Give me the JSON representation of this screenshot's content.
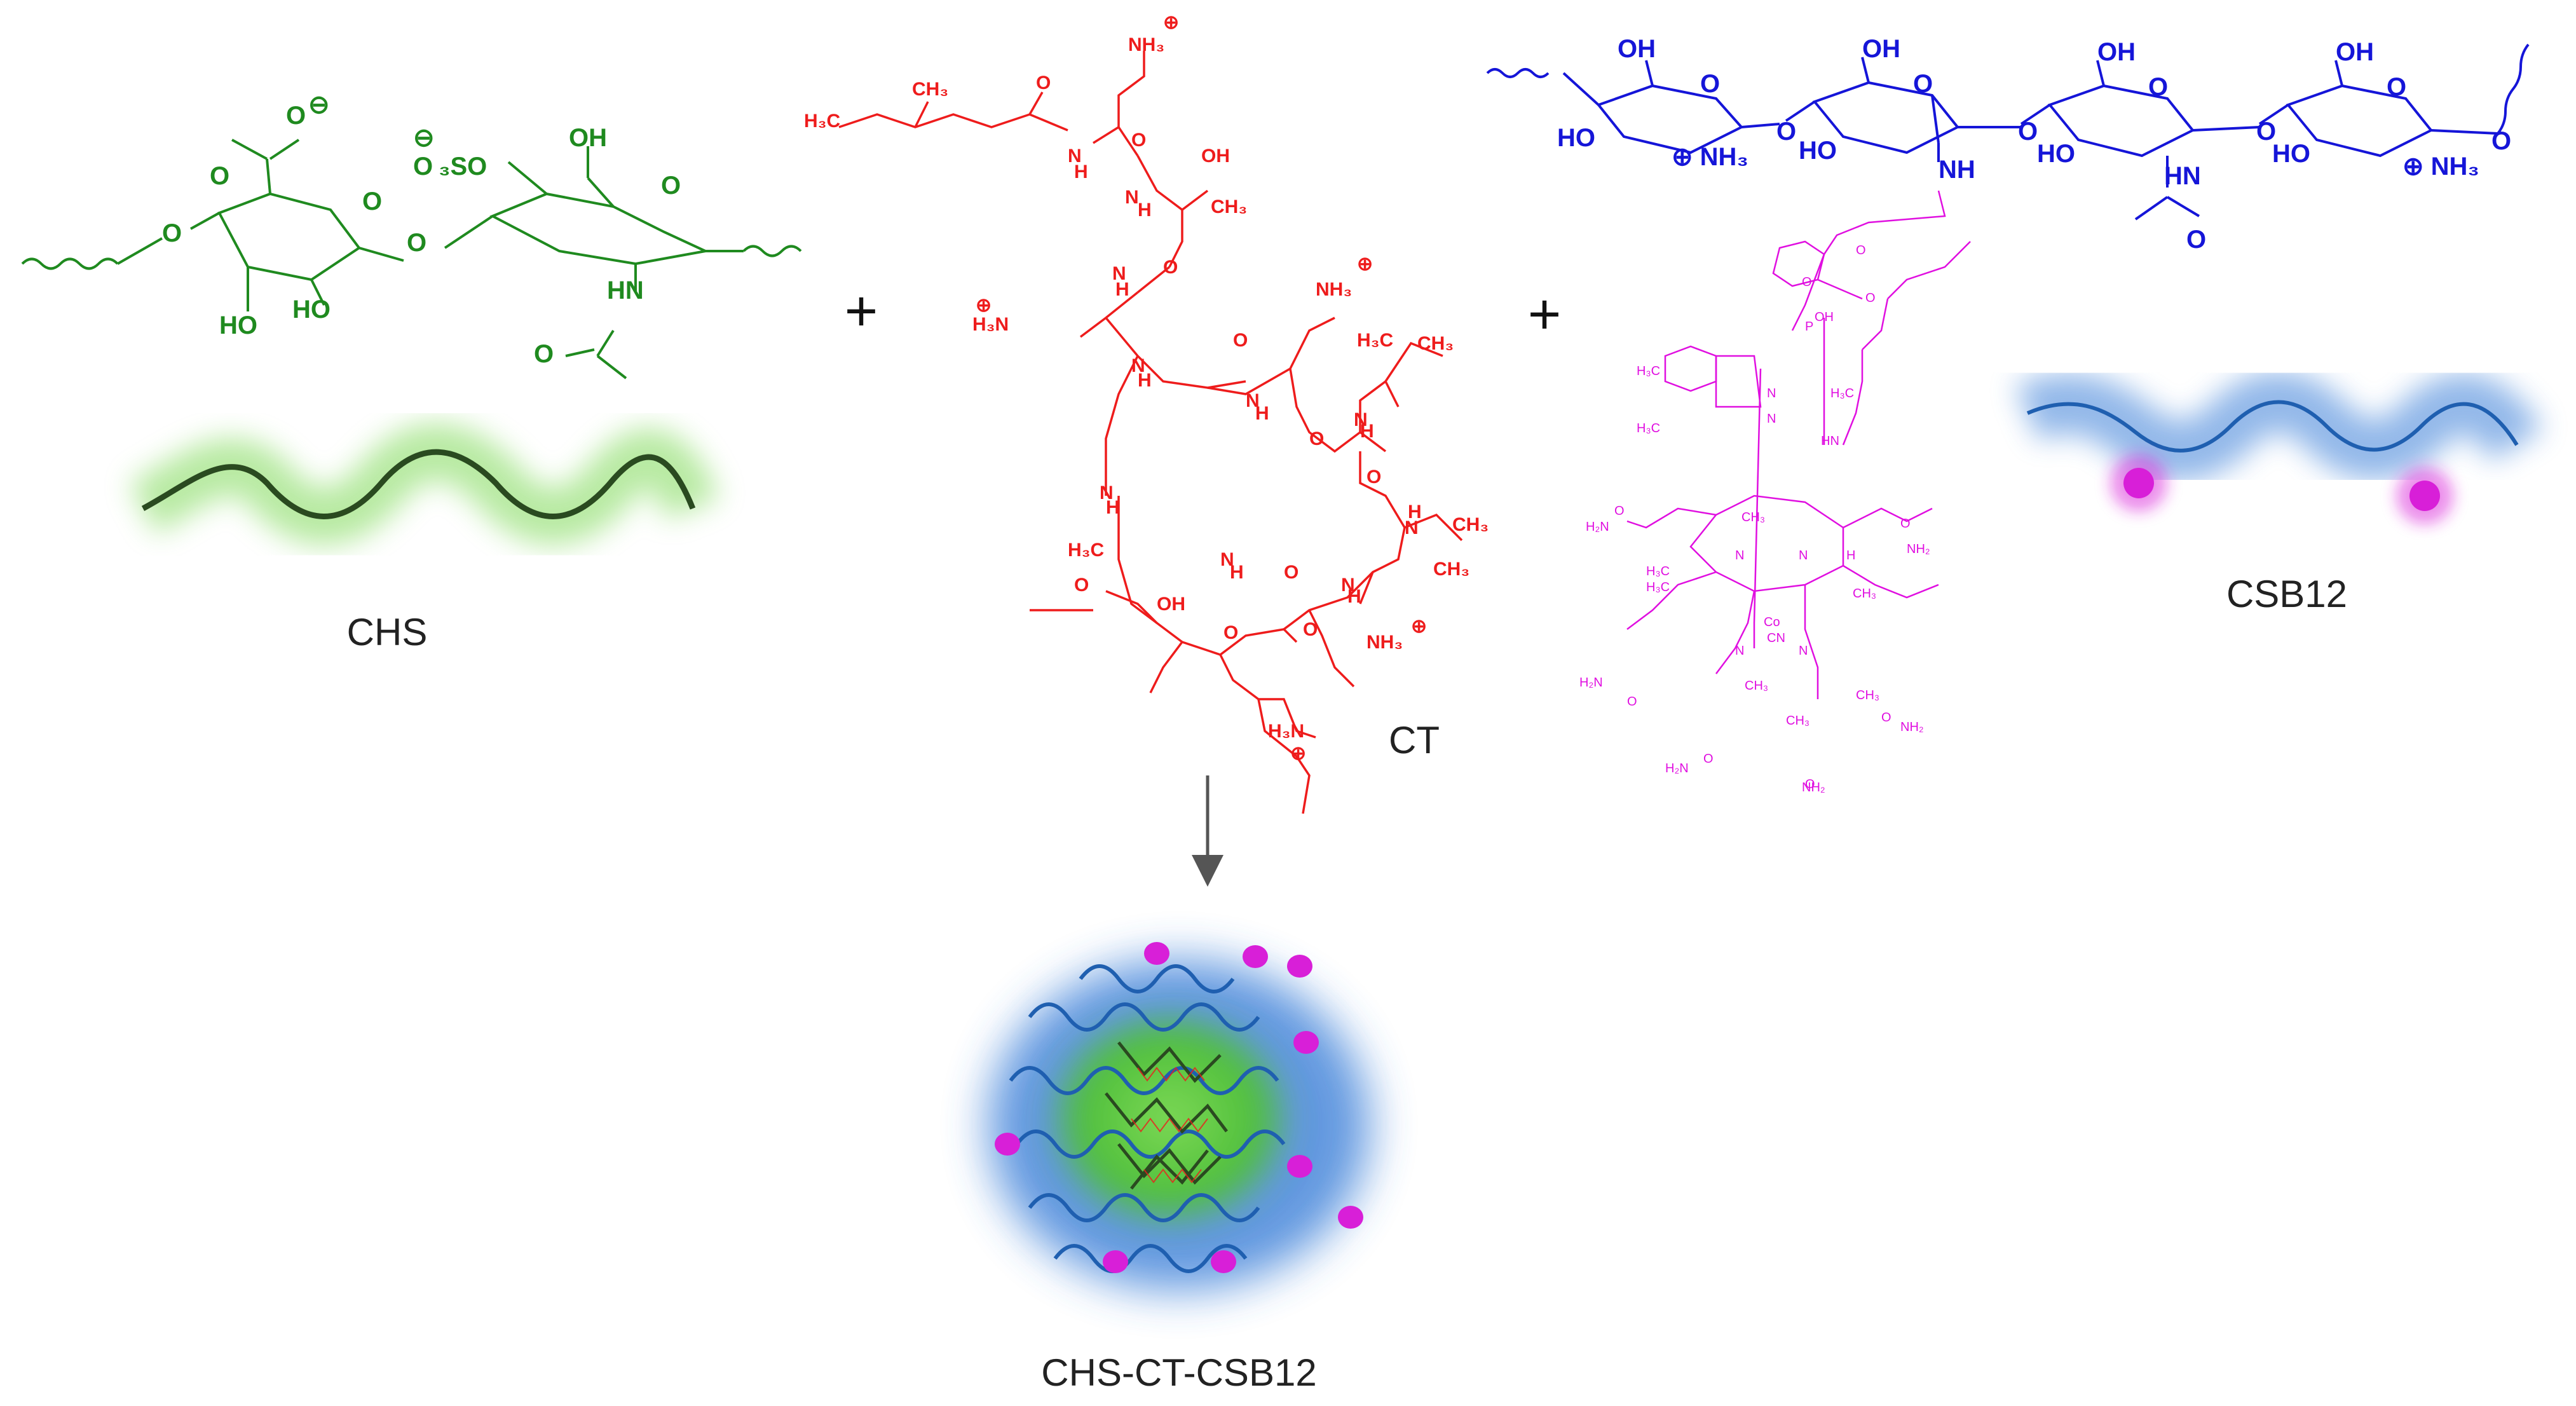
{
  "colors": {
    "chs": "#1f8a1f",
    "ct": "#ee1c1c",
    "csb12_chain": "#1515d8",
    "b12": "#e00fe0",
    "glow_green": "#7ed957",
    "glow_blue": "#3a7fd8",
    "bead": "#d81fd8"
  },
  "operators": {
    "plus_1": "+",
    "plus_2": "+"
  },
  "labels": {
    "chs": "CHS",
    "ct": "CT",
    "csb12": "CSB12",
    "product": "CHS-CT-CSB12"
  },
  "chs_structure": {
    "atoms": [
      "O",
      "O",
      "O",
      "SO",
      "OH",
      "O",
      "O",
      "HO",
      "HO",
      "HN",
      "O"
    ],
    "charges": [
      "⊖",
      "⊖"
    ],
    "subscripts": [
      "3"
    ]
  },
  "ct_structure": {
    "atoms": [
      "H",
      "C",
      "CH",
      "O",
      "N",
      "H",
      "O",
      "OH",
      "CH",
      "H",
      "N",
      "O",
      "N",
      "N",
      "H",
      "H",
      "N",
      "NH",
      "NH",
      "O",
      "O",
      "N",
      "H",
      "O",
      "H",
      "O",
      "N",
      "H",
      "C",
      "O",
      "N",
      "H",
      "O",
      "H",
      "N",
      "NH",
      "OH",
      "N",
      "H",
      "O",
      "N",
      "H",
      "H",
      "N",
      "H",
      "N",
      "H",
      "O",
      "H",
      "C",
      "CH",
      "CH",
      "H",
      "C",
      "CH",
      "CH"
    ],
    "charges": [
      "⊕",
      "⊕",
      "⊕",
      "⊕",
      "⊕"
    ]
  },
  "csb12_structure": {
    "atoms": [
      "OH",
      "OH",
      "OH",
      "OH",
      "O",
      "O",
      "O",
      "O",
      "O",
      "O",
      "O",
      "HO",
      "NH",
      "HO",
      "NH",
      "HO",
      "HN",
      "HO",
      "NH",
      "O",
      "O"
    ],
    "charges": [
      "⊕",
      "⊕"
    ]
  },
  "b12_structure": {
    "atoms": [
      "H₃C",
      "H₃C",
      "N",
      "N",
      "O",
      "P",
      "OH",
      "O",
      "O",
      "HN",
      "H₂N",
      "O",
      "H₃C",
      "H₃C",
      "N",
      "N",
      "Co",
      "N",
      "N",
      "CH₃",
      "CH₃",
      "H",
      "O",
      "NH₂",
      "H₂N",
      "O",
      "CH₃",
      "CH₃",
      "CH₃",
      "O",
      "NH₂",
      "H₂N",
      "O",
      "O",
      "NH₂",
      "CN"
    ]
  }
}
